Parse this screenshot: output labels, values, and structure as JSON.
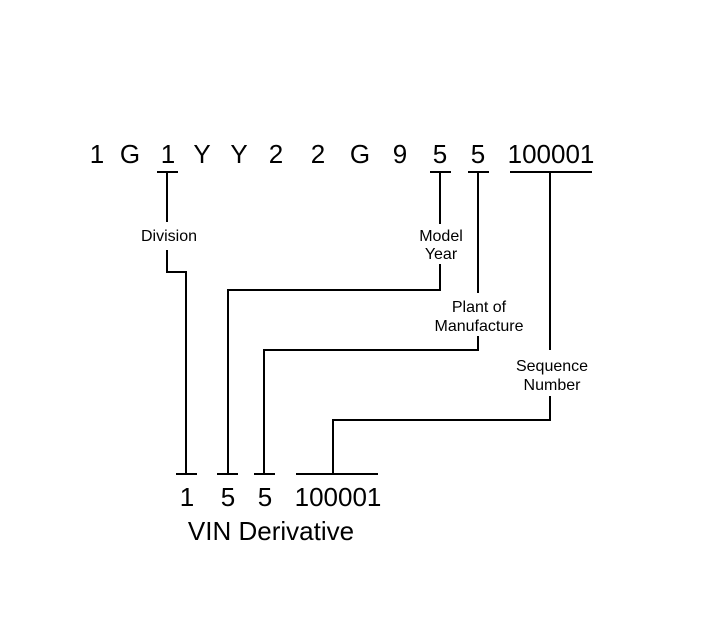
{
  "vin": {
    "chars": [
      "1",
      "G",
      "1",
      "Y",
      "Y",
      "2",
      "2",
      "G",
      "9",
      "5",
      "5"
    ],
    "sequence": "100001"
  },
  "labels": {
    "division": "Division",
    "model_year": [
      "Model",
      "Year"
    ],
    "plant": [
      "Plant of",
      "Manufacture"
    ],
    "sequence_number": [
      "Sequence",
      "Number"
    ]
  },
  "derivative": {
    "chars": [
      "1",
      "5",
      "5"
    ],
    "sequence": "100001",
    "title": "VIN Derivative"
  }
}
